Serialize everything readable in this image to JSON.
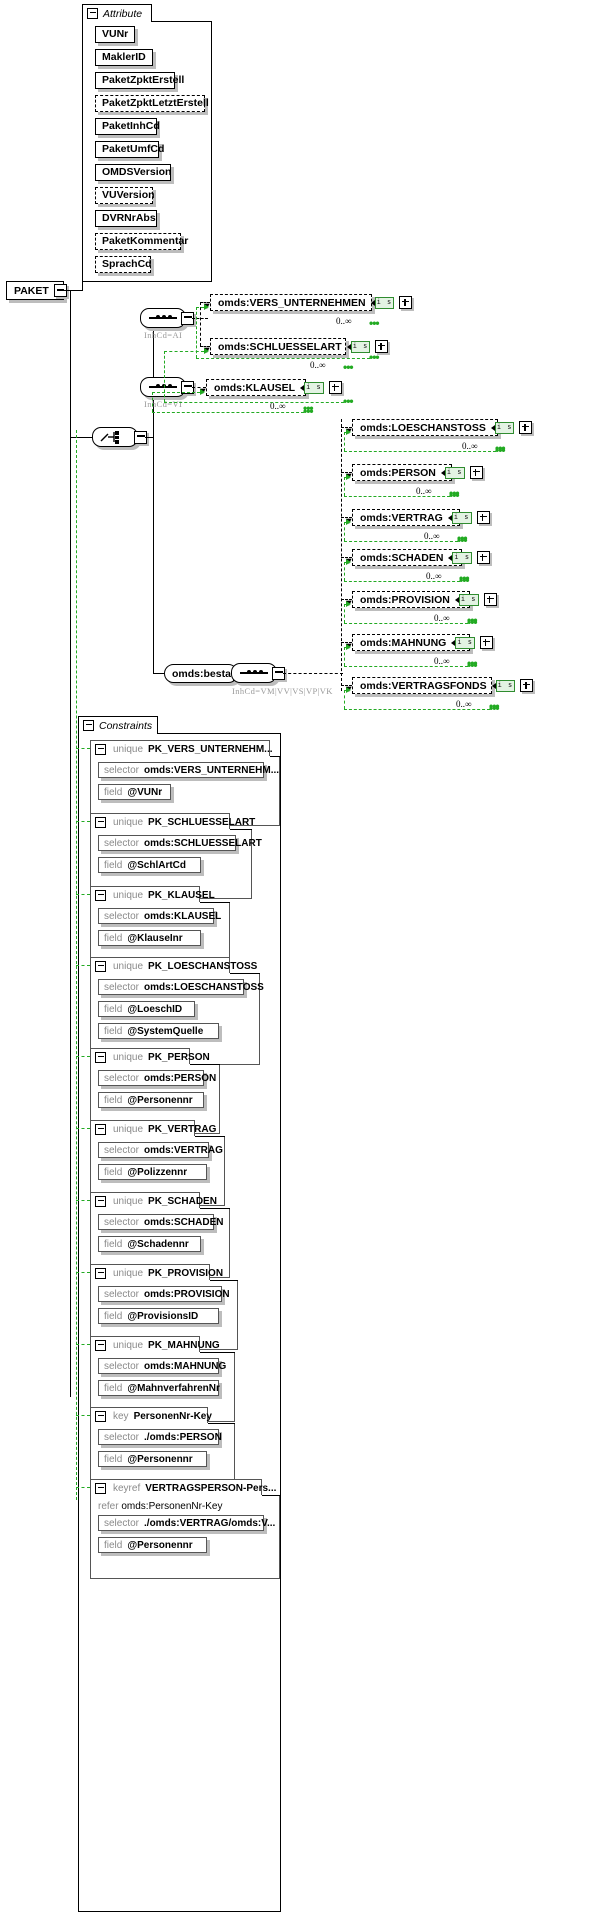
{
  "root": {
    "label": "PAKET"
  },
  "attributes": {
    "title": "Attribute",
    "items": [
      {
        "label": "VUNr",
        "optional": false
      },
      {
        "label": "MaklerID",
        "optional": false
      },
      {
        "label": "PaketZpktErstell",
        "optional": false
      },
      {
        "label": "PaketZpktLetztErstell",
        "optional": true
      },
      {
        "label": "PaketInhCd",
        "optional": false
      },
      {
        "label": "PaketUmfCd",
        "optional": false
      },
      {
        "label": "OMDSVersion",
        "optional": false
      },
      {
        "label": "VUVersion",
        "optional": true
      },
      {
        "label": "DVRNrAbs",
        "optional": false
      },
      {
        "label": "PaketKommentar",
        "optional": true
      },
      {
        "label": "SprachCd",
        "optional": true
      }
    ]
  },
  "compositors": {
    "seq_ai": {
      "type": "sequence",
      "annotation": "InhCd=AI"
    },
    "seq_vi": {
      "type": "sequence",
      "annotation": "InhCd=VI"
    },
    "choice": {
      "type": "choice",
      "annotation": ""
    },
    "bestand": {
      "label": "omds:bestand"
    },
    "seq_bestand": {
      "type": "sequence",
      "annotation": "InhCd=VM|VV|VS|VP|VK"
    }
  },
  "elements": {
    "ai_group": [
      {
        "label": "omds:VERS_UNTERNEHMEN",
        "badge": "i s",
        "occurs": "0..∞"
      },
      {
        "label": "omds:SCHLUESSELART",
        "badge": "i s",
        "occurs": "0..∞"
      }
    ],
    "vi_group": [
      {
        "label": "omds:KLAUSEL",
        "badge": "i s",
        "occurs": "0..∞"
      }
    ],
    "bestand_group": [
      {
        "label": "omds:LOESCHANSTOSS",
        "badge": "i s",
        "occurs": "0..∞"
      },
      {
        "label": "omds:PERSON",
        "badge": "i s",
        "occurs": "0..∞"
      },
      {
        "label": "omds:VERTRAG",
        "badge": "i s",
        "occurs": "0..∞"
      },
      {
        "label": "omds:SCHADEN",
        "badge": "i s",
        "occurs": "0..∞"
      },
      {
        "label": "omds:PROVISION",
        "badge": "i s",
        "occurs": "0..∞"
      },
      {
        "label": "omds:MAHNUNG",
        "badge": "i s",
        "occurs": "0..∞"
      },
      {
        "label": "omds:VERTRAGSFONDS",
        "badge": "i s",
        "occurs": "0..∞"
      }
    ]
  },
  "constraints": {
    "title": "Constraints",
    "items": [
      {
        "kind": "unique",
        "name": "PK_VERS_UNTERNEHM...",
        "selector": {
          "key": "selector",
          "value": "omds:VERS_UNTERNEHM..."
        },
        "fields": [
          {
            "key": "field",
            "value": "@VUNr"
          }
        ]
      },
      {
        "kind": "unique",
        "name": "PK_SCHLUESSELART",
        "selector": {
          "key": "selector",
          "value": "omds:SCHLUESSELART"
        },
        "fields": [
          {
            "key": "field",
            "value": "@SchlArtCd"
          }
        ]
      },
      {
        "kind": "unique",
        "name": "PK_KLAUSEL",
        "selector": {
          "key": "selector",
          "value": "omds:KLAUSEL"
        },
        "fields": [
          {
            "key": "field",
            "value": "@KlauseInr"
          }
        ]
      },
      {
        "kind": "unique",
        "name": "PK_LOESCHANSTOSS",
        "selector": {
          "key": "selector",
          "value": "omds:LOESCHANSTOSS"
        },
        "fields": [
          {
            "key": "field",
            "value": "@LoeschID"
          },
          {
            "key": "field",
            "value": "@SystemQuelle"
          }
        ]
      },
      {
        "kind": "unique",
        "name": "PK_PERSON",
        "selector": {
          "key": "selector",
          "value": "omds:PERSON"
        },
        "fields": [
          {
            "key": "field",
            "value": "@Personennr"
          }
        ]
      },
      {
        "kind": "unique",
        "name": "PK_VERTRAG",
        "selector": {
          "key": "selector",
          "value": "omds:VERTRAG"
        },
        "fields": [
          {
            "key": "field",
            "value": "@Polizzennr"
          }
        ]
      },
      {
        "kind": "unique",
        "name": "PK_SCHADEN",
        "selector": {
          "key": "selector",
          "value": "omds:SCHADEN"
        },
        "fields": [
          {
            "key": "field",
            "value": "@Schadennr"
          }
        ]
      },
      {
        "kind": "unique",
        "name": "PK_PROVISION",
        "selector": {
          "key": "selector",
          "value": "omds:PROVISION"
        },
        "fields": [
          {
            "key": "field",
            "value": "@ProvisionsID"
          }
        ]
      },
      {
        "kind": "unique",
        "name": "PK_MAHNUNG",
        "selector": {
          "key": "selector",
          "value": "omds:MAHNUNG"
        },
        "fields": [
          {
            "key": "field",
            "value": "@MahnverfahrenNr"
          }
        ]
      },
      {
        "kind": "key",
        "name": "PersonenNr-Key",
        "selector": {
          "key": "selector",
          "value": "./omds:PERSON"
        },
        "fields": [
          {
            "key": "field",
            "value": "@Personennr"
          }
        ]
      },
      {
        "kind": "keyref",
        "name": "VERTRAGSPERSON-Pers...",
        "refer": {
          "key": "refer",
          "value": "omds:PersonenNr-Key"
        },
        "selector": {
          "key": "selector",
          "value": "./omds:VERTRAG/omds:V..."
        },
        "fields": [
          {
            "key": "field",
            "value": "@Personennr"
          }
        ]
      }
    ]
  }
}
